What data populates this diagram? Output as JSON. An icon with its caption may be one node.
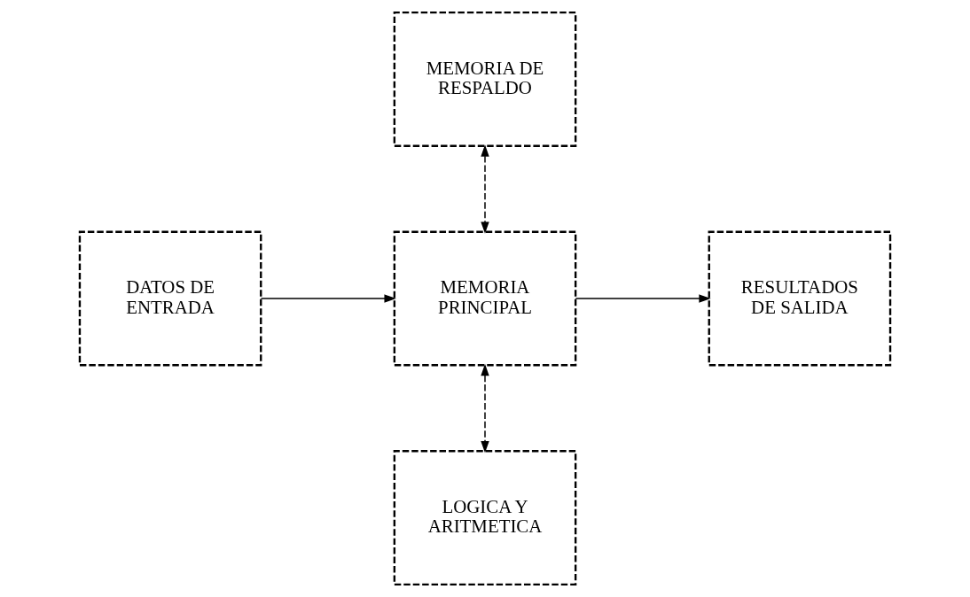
{
  "diagram": {
    "nodes": [
      {
        "text": [
          "MEMORIA DE RESPALDO"
        ]
      },
      {
        "text": [
          "DATOS DE ENTRADA"
        ]
      },
      {
        "text": [
          "MEMORIA PRINCIPAL"
        ]
      },
      {
        "text": [
          "RESULTADOS DE SALIDA"
        ]
      },
      {
        "text": [
          "LOGICA Y ARITMETICA"
        ]
      }
    ],
    "edges": [
      {
        "from": 0,
        "to": 2,
        "arrow": "both",
        "style": "dashed"
      },
      {
        "from": 1,
        "to": 2,
        "arrow": "to"
      },
      {
        "from": 2,
        "to": 3,
        "arrow": "to"
      },
      {
        "from": 2,
        "to": 4,
        "arrow": "both",
        "style": "dashed"
      }
    ]
  }
}
